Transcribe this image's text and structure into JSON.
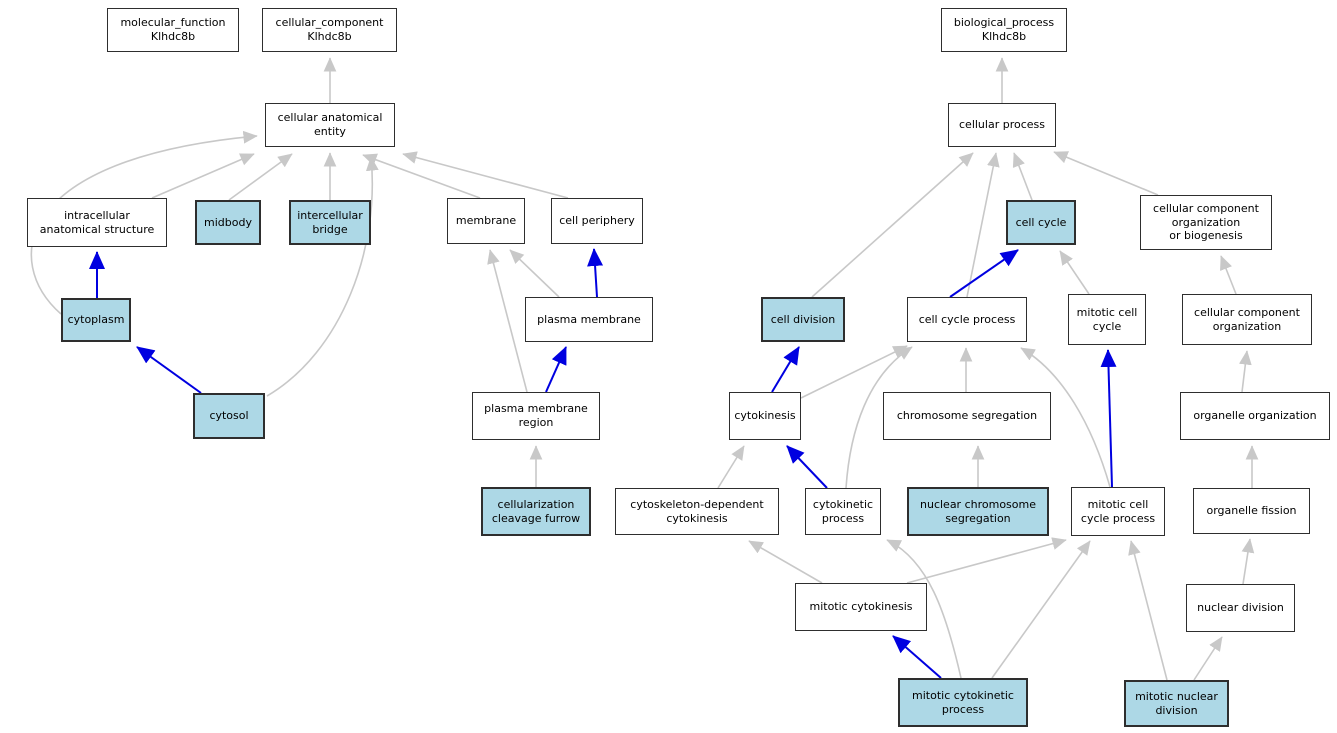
{
  "colors": {
    "background": "#ffffff",
    "node_fill": "#ffffff",
    "node_highlight_fill": "#add8e6",
    "node_border": "#2e2e2e",
    "edge_gray": "#c8c8c8",
    "edge_blue": "#0000e0"
  },
  "graph": {
    "gene": "Klhdc8b",
    "nodes": [
      {
        "id": "molecular-function-klhdc8b",
        "label": "molecular_function\nKlhdc8b",
        "highlighted": false
      },
      {
        "id": "cellular-component-klhdc8b",
        "label": "cellular_component\nKlhdc8b",
        "highlighted": false
      },
      {
        "id": "cellular-anatomical-entity",
        "label": "cellular anatomical\nentity",
        "highlighted": false
      },
      {
        "id": "intracellular-anatomical-structure",
        "label": "intracellular\nanatomical structure",
        "highlighted": false
      },
      {
        "id": "midbody",
        "label": "midbody",
        "highlighted": true
      },
      {
        "id": "intercellular-bridge",
        "label": "intercellular\nbridge",
        "highlighted": true
      },
      {
        "id": "membrane",
        "label": "membrane",
        "highlighted": false
      },
      {
        "id": "cell-periphery",
        "label": "cell periphery",
        "highlighted": false
      },
      {
        "id": "cytoplasm",
        "label": "cytoplasm",
        "highlighted": true
      },
      {
        "id": "plasma-membrane",
        "label": "plasma membrane",
        "highlighted": false
      },
      {
        "id": "cytosol",
        "label": "cytosol",
        "highlighted": true
      },
      {
        "id": "plasma-membrane-region",
        "label": "plasma membrane\nregion",
        "highlighted": false
      },
      {
        "id": "cellularization-cleavage-furrow",
        "label": "cellularization\ncleavage furrow",
        "highlighted": true
      },
      {
        "id": "cytoskeleton-dependent-cytokinesis",
        "label": "cytoskeleton-dependent\ncytokinesis",
        "highlighted": false
      },
      {
        "id": "cytokinetic-process",
        "label": "cytokinetic\nprocess",
        "highlighted": false
      },
      {
        "id": "mitotic-cytokinesis",
        "label": "mitotic cytokinesis",
        "highlighted": false
      },
      {
        "id": "mitotic-cytokinetic-process",
        "label": "mitotic cytokinetic\nprocess",
        "highlighted": true
      },
      {
        "id": "biological-process-klhdc8b",
        "label": "biological_process\nKlhdc8b",
        "highlighted": false
      },
      {
        "id": "cellular-process",
        "label": "cellular process",
        "highlighted": false
      },
      {
        "id": "cell-cycle",
        "label": "cell cycle",
        "highlighted": true
      },
      {
        "id": "cellular-component-organization-or-biogenesis",
        "label": "cellular component\norganization\nor biogenesis",
        "highlighted": false
      },
      {
        "id": "cell-division",
        "label": "cell division",
        "highlighted": true
      },
      {
        "id": "cell-cycle-process",
        "label": "cell cycle process",
        "highlighted": false
      },
      {
        "id": "mitotic-cell-cycle",
        "label": "mitotic cell\ncycle",
        "highlighted": false
      },
      {
        "id": "cellular-component-organization",
        "label": "cellular component\norganization",
        "highlighted": false
      },
      {
        "id": "cytokinesis",
        "label": "cytokinesis",
        "highlighted": false
      },
      {
        "id": "chromosome-segregation",
        "label": "chromosome segregation",
        "highlighted": false
      },
      {
        "id": "organelle-organization",
        "label": "organelle organization",
        "highlighted": false
      },
      {
        "id": "nuclear-chromosome-segregation",
        "label": "nuclear chromosome\nsegregation",
        "highlighted": true
      },
      {
        "id": "mitotic-cell-cycle-process",
        "label": "mitotic cell\ncycle process",
        "highlighted": false
      },
      {
        "id": "organelle-fission",
        "label": "organelle fission",
        "highlighted": false
      },
      {
        "id": "nuclear-division",
        "label": "nuclear division",
        "highlighted": false
      },
      {
        "id": "mitotic-nuclear-division",
        "label": "mitotic nuclear\ndivision",
        "highlighted": true
      }
    ],
    "edges": [
      {
        "from": "cellular-anatomical-entity",
        "to": "cellular-component-klhdc8b",
        "style": "gray"
      },
      {
        "from": "intracellular-anatomical-structure",
        "to": "cellular-anatomical-entity",
        "style": "gray"
      },
      {
        "from": "midbody",
        "to": "cellular-anatomical-entity",
        "style": "gray"
      },
      {
        "from": "intercellular-bridge",
        "to": "cellular-anatomical-entity",
        "style": "gray"
      },
      {
        "from": "membrane",
        "to": "cellular-anatomical-entity",
        "style": "gray"
      },
      {
        "from": "cell-periphery",
        "to": "cellular-anatomical-entity",
        "style": "gray"
      },
      {
        "from": "cytoplasm",
        "to": "cellular-anatomical-entity",
        "style": "gray"
      },
      {
        "from": "cytosol",
        "to": "cellular-anatomical-entity",
        "style": "gray"
      },
      {
        "from": "plasma-membrane",
        "to": "membrane",
        "style": "gray"
      },
      {
        "from": "plasma-membrane-region",
        "to": "membrane",
        "style": "gray"
      },
      {
        "from": "cellularization-cleavage-furrow",
        "to": "plasma-membrane-region",
        "style": "gray"
      },
      {
        "from": "cellular-process",
        "to": "biological-process-klhdc8b",
        "style": "gray"
      },
      {
        "from": "cell-division",
        "to": "cellular-process",
        "style": "gray"
      },
      {
        "from": "cell-cycle-process",
        "to": "cellular-process",
        "style": "gray"
      },
      {
        "from": "cell-cycle",
        "to": "cellular-process",
        "style": "gray"
      },
      {
        "from": "cellular-component-organization-or-biogenesis",
        "to": "cellular-process",
        "style": "gray"
      },
      {
        "from": "mitotic-cell-cycle",
        "to": "cell-cycle",
        "style": "gray"
      },
      {
        "from": "cellular-component-organization",
        "to": "cellular-component-organization-or-biogenesis",
        "style": "gray"
      },
      {
        "from": "cytokinesis",
        "to": "cell-cycle-process",
        "style": "gray"
      },
      {
        "from": "cytokinetic-process",
        "to": "cell-cycle-process",
        "style": "gray"
      },
      {
        "from": "chromosome-segregation",
        "to": "cell-cycle-process",
        "style": "gray"
      },
      {
        "from": "mitotic-cell-cycle-process",
        "to": "cell-cycle-process",
        "style": "gray"
      },
      {
        "from": "cytoskeleton-dependent-cytokinesis",
        "to": "cytokinesis",
        "style": "gray"
      },
      {
        "from": "nuclear-chromosome-segregation",
        "to": "chromosome-segregation",
        "style": "gray"
      },
      {
        "from": "organelle-organization",
        "to": "cellular-component-organization",
        "style": "gray"
      },
      {
        "from": "organelle-fission",
        "to": "organelle-organization",
        "style": "gray"
      },
      {
        "from": "mitotic-cytokinesis",
        "to": "cytoskeleton-dependent-cytokinesis",
        "style": "gray"
      },
      {
        "from": "mitotic-cytokinesis",
        "to": "mitotic-cell-cycle-process",
        "style": "gray"
      },
      {
        "from": "mitotic-cytokinetic-process",
        "to": "cytokinetic-process",
        "style": "gray"
      },
      {
        "from": "mitotic-cytokinetic-process",
        "to": "mitotic-cell-cycle-process",
        "style": "gray"
      },
      {
        "from": "mitotic-nuclear-division",
        "to": "nuclear-division",
        "style": "gray"
      },
      {
        "from": "mitotic-nuclear-division",
        "to": "mitotic-cell-cycle-process",
        "style": "gray"
      },
      {
        "from": "nuclear-division",
        "to": "organelle-fission",
        "style": "gray"
      },
      {
        "from": "cytoplasm",
        "to": "intracellular-anatomical-structure",
        "style": "blue"
      },
      {
        "from": "cytosol",
        "to": "cytoplasm",
        "style": "blue"
      },
      {
        "from": "plasma-membrane",
        "to": "cell-periphery",
        "style": "blue"
      },
      {
        "from": "plasma-membrane-region",
        "to": "plasma-membrane",
        "style": "blue"
      },
      {
        "from": "cytokinesis",
        "to": "cell-division",
        "style": "blue"
      },
      {
        "from": "cytokinetic-process",
        "to": "cytokinesis",
        "style": "blue"
      },
      {
        "from": "cell-cycle-process",
        "to": "cell-cycle",
        "style": "blue"
      },
      {
        "from": "mitotic-cell-cycle-process",
        "to": "mitotic-cell-cycle",
        "style": "blue"
      },
      {
        "from": "mitotic-cytokinetic-process",
        "to": "mitotic-cytokinesis",
        "style": "blue"
      }
    ]
  }
}
